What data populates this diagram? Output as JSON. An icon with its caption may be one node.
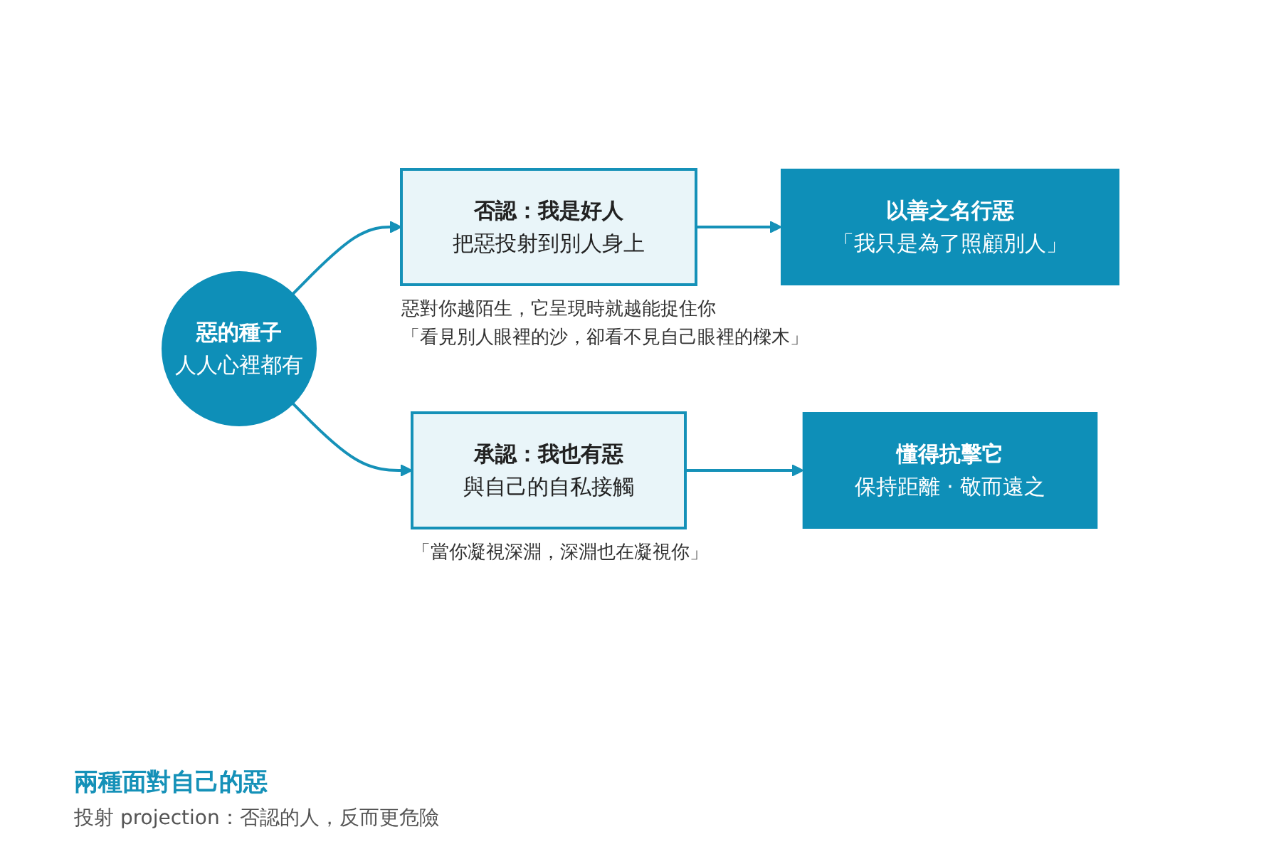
{
  "diagram": {
    "title": "兩種面對自己的惡",
    "caption": "投射 projection：否認的人，反而更危險",
    "nodes": [
      {
        "text": [
          "惡的種子",
          "人人心裡都有"
        ]
      },
      {
        "text": [
          "否認：我是好人",
          "把惡投射到別人身上"
        ],
        "beside": [
          "惡對你越陌生，它呈現時就越能捉住你",
          "「看見別人眼裡的沙，卻看不見自己眼裡的樑木」"
        ]
      },
      {
        "text": [
          "以善之名行惡",
          "「我只是為了照顧別人」"
        ]
      },
      {
        "text": [
          "承認：我也有惡",
          "與自己的自私接觸"
        ],
        "beside": [
          "「當你凝視深淵，深淵也在凝視你」"
        ]
      },
      {
        "text": [
          "懂得抗擊它",
          "保持距離 · 敬而遠之"
        ]
      }
    ],
    "edges": [
      {
        "from": 0,
        "to": 1,
        "arrow": "to"
      },
      {
        "from": 1,
        "to": 2,
        "arrow": "to"
      },
      {
        "from": 0,
        "to": 3,
        "arrow": "to"
      },
      {
        "from": 3,
        "to": 4,
        "arrow": "to"
      }
    ]
  }
}
